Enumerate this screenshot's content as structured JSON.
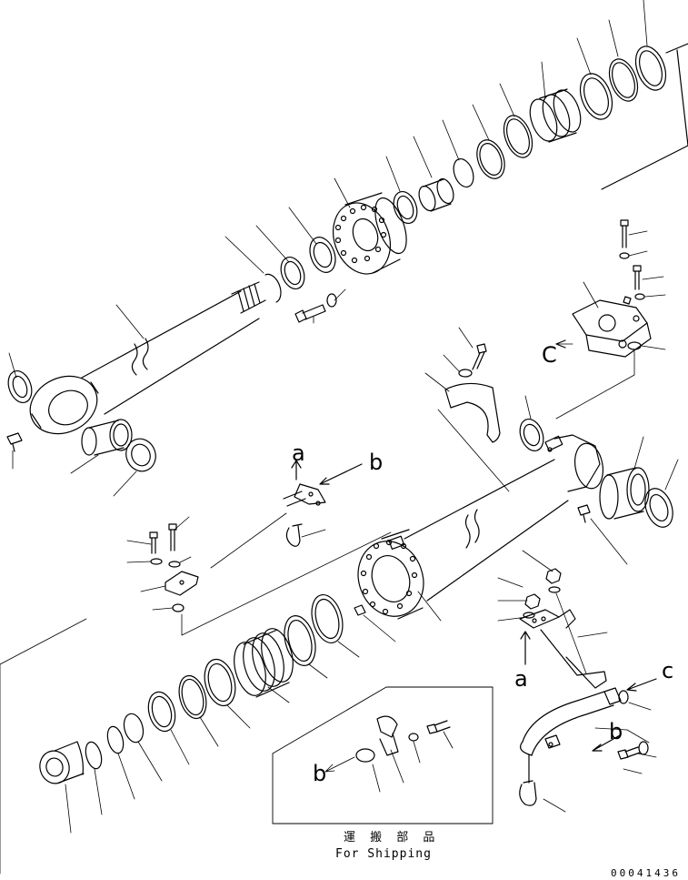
{
  "callouts": {
    "a_top": "a",
    "b_top": "b",
    "c_left": "C",
    "a_bottom": "a",
    "c_right": "c",
    "b_right": "b",
    "b_box": "b"
  },
  "shipping_box": {
    "title_jp": "運 搬 部 品",
    "title_en": "For Shipping"
  },
  "drawing_number": "00041436",
  "colors": {
    "line": "#000000",
    "background": "#ffffff"
  }
}
